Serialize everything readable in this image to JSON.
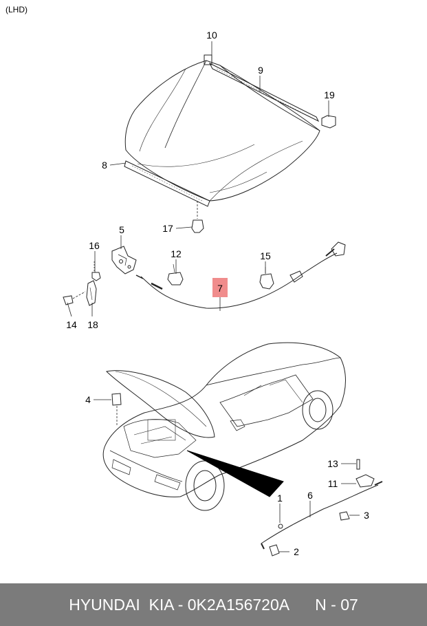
{
  "header": {
    "variant_label": "(LHD)"
  },
  "callouts": {
    "p1": "1",
    "p2": "2",
    "p3": "3",
    "p4": "4",
    "p5": "5",
    "p6": "6",
    "p7": "7",
    "p8": "8",
    "p9": "9",
    "p10": "10",
    "p11": "11",
    "p12": "12",
    "p13": "13",
    "p14": "14",
    "p15": "15",
    "p16": "16",
    "p17": "17",
    "p18": "18",
    "p19": "19"
  },
  "highlight_color": "#f08c8c",
  "footer": {
    "text": "HYUNDAI  KIA - 0K2A156720A      N - 07"
  }
}
